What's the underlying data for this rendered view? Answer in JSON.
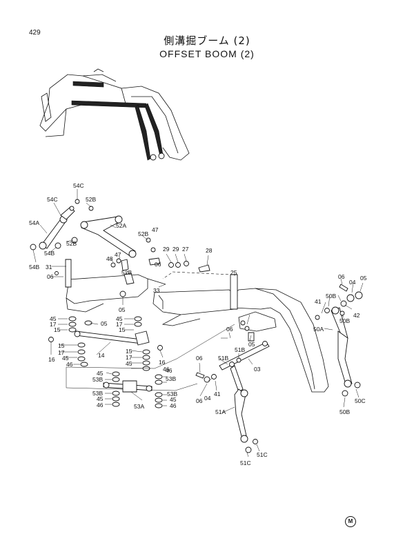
{
  "header": {
    "page_number": "429",
    "title_jp": "側溝掘ブーム (2)",
    "title_en": "OFFSET BOOM (2)"
  },
  "footer": {
    "mark": "M"
  },
  "callouts": {
    "c54C_a": "54C",
    "c54C_b": "54C",
    "c52B_a": "52B",
    "c54A": "54A",
    "c52A": "52A",
    "c52B_b": "52B",
    "c47_a": "47",
    "c52B_c": "52B",
    "c54B_a": "54B",
    "c54B_b": "54B",
    "c29_a": "29",
    "c29_b": "29",
    "c27": "27",
    "c28": "28",
    "c31": "31",
    "c48": "48",
    "c47_b": "47",
    "c06_a": "06",
    "c52B_d": "52B",
    "c06_b": "06",
    "c25": "25",
    "c33": "33",
    "c05_a": "05",
    "c05_b": "05",
    "c45_a": "45",
    "c45_b": "45",
    "c17_a": "17",
    "c17_b": "17",
    "c15_a": "15",
    "c15_b": "15",
    "c14": "14",
    "c16_a": "16",
    "c16_b": "16",
    "c15_c": "15",
    "c17_c": "17",
    "c45_c": "45",
    "c46_a": "46",
    "c15_d": "15",
    "c17_d": "17",
    "c45_d": "45",
    "c46_b": "46",
    "c45_e": "45",
    "c53B_a": "53B",
    "c46_c": "46",
    "c53B_b": "53B",
    "c53B_c": "53B",
    "c45_f": "45",
    "c46_d": "46",
    "c53A": "53A",
    "c53B_d": "53B",
    "c45_g": "45",
    "c46_e": "46",
    "c06_c": "06",
    "c05_c": "05",
    "c51B_a": "51B",
    "c51B_b": "51B",
    "c03": "03",
    "c06_d": "06",
    "c06_e": "06",
    "c04_a": "04",
    "c41_a": "41",
    "c51A": "51A",
    "c51C_a": "51C",
    "c51C_b": "51C",
    "c06_f": "06",
    "c04_b": "04",
    "c05_d": "05",
    "c50B_a": "50B",
    "c41_b": "41",
    "c42": "42",
    "c50B_b": "50B",
    "c50A": "50A",
    "c50C": "50C",
    "c50B_c": "50B"
  }
}
